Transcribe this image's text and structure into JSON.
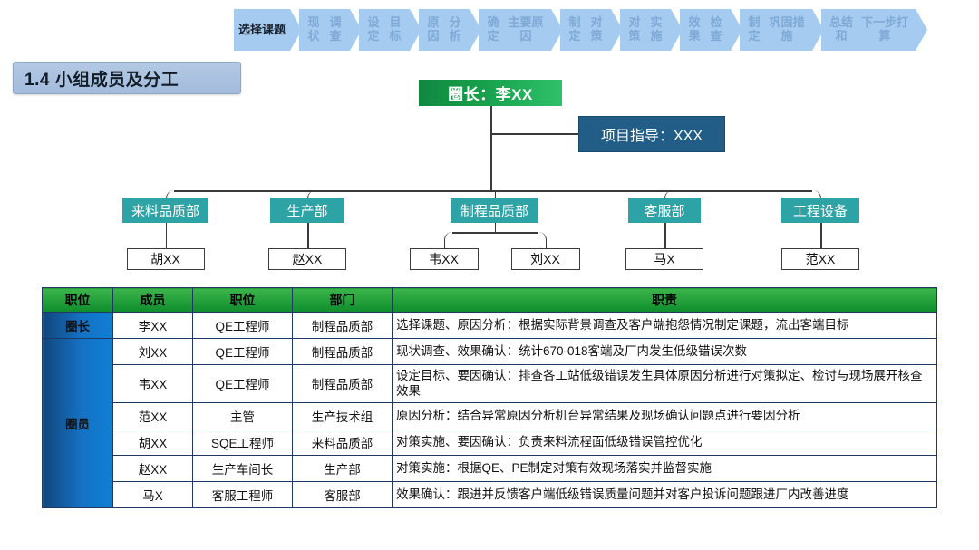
{
  "process_banner": {
    "steps": [
      {
        "lines": [
          "选择",
          "课题"
        ],
        "active": true
      },
      {
        "lines": [
          "现状",
          "调查"
        ],
        "active": false
      },
      {
        "lines": [
          "设定",
          "目标"
        ],
        "active": false
      },
      {
        "lines": [
          "原因",
          "分析"
        ],
        "active": false
      },
      {
        "lines": [
          "确定",
          "主要原因"
        ],
        "active": false
      },
      {
        "lines": [
          "制定",
          "对策"
        ],
        "active": false
      },
      {
        "lines": [
          "对策",
          "实施"
        ],
        "active": false
      },
      {
        "lines": [
          "效果",
          "检查"
        ],
        "active": false
      },
      {
        "lines": [
          "制定",
          "巩固措施"
        ],
        "active": false
      },
      {
        "lines": [
          "总结和",
          "下一步打算"
        ],
        "active": false
      }
    ],
    "colors": {
      "fill": "#a6cbf0",
      "inactive_text": "#7fa9d6",
      "active_text": "#17202b"
    }
  },
  "section_title": "1.4 小组成员及分工",
  "org_chart": {
    "leader": "圈长：李XX",
    "advisor": "项目指导：XXX",
    "departments": [
      {
        "name": "来料品质部",
        "members": [
          "胡XX"
        ]
      },
      {
        "name": "生产部",
        "members": [
          "赵XX"
        ]
      },
      {
        "name": "制程品质部",
        "members": [
          "韦XX",
          "刘XX"
        ]
      },
      {
        "name": "客服部",
        "members": [
          "马X"
        ]
      },
      {
        "name": "工程设备",
        "members": [
          "范XX"
        ]
      }
    ],
    "colors": {
      "leader": "#17a04b",
      "advisor": "#215d86",
      "department": "#2ea3a6"
    }
  },
  "member_table": {
    "headers": [
      "职位",
      "成员",
      "职位",
      "部门",
      "职责"
    ],
    "rows": [
      {
        "role": "圈长",
        "role_rowspan": 1,
        "member": "李XX",
        "position": "QE工程师",
        "department": "制程品质部",
        "duty": "选择课题、原因分析：根据实际背景调查及客户端抱怨情况制定课题，流出客端目标"
      },
      {
        "role": "",
        "role_rowspan": 6,
        "member": "刘XX",
        "position": "QE工程师",
        "department": "制程品质部",
        "duty": "现状调查、效果确认：统计670-018客端及厂内发生低级错误次数"
      },
      {
        "member": "韦XX",
        "position": "QE工程师",
        "department": "制程品质部",
        "duty": "设定目标、要因确认：排查各工站低级错误发生具体原因分析进行对策拟定、检讨与现场展开核查效果"
      },
      {
        "member": "范XX",
        "position": "主管",
        "department": "生产技术组",
        "duty": "原因分析：结合异常原因分析机台异常结果及现场确认问题点进行要因分析"
      },
      {
        "member": "胡XX",
        "position": "SQE工程师",
        "department": "来料品质部",
        "duty": "对策实施、要因确认：负责来料流程面低级错误管控优化"
      },
      {
        "member": "赵XX",
        "position": "生产车间长",
        "department": "生产部",
        "duty": "对策实施：根据QE、PE制定对策有效现场落实并监督实施"
      },
      {
        "member": "马X",
        "position": "客服工程师",
        "department": "客服部",
        "duty": "效果确认：跟进并反馈客户端低级错误质量问题并对客户投诉问题跟进厂内改善进度"
      }
    ],
    "member_group_label": "圈员",
    "colors": {
      "header": "#23a03a",
      "role_cell": "#1472c4",
      "border": "#1f3864"
    }
  }
}
